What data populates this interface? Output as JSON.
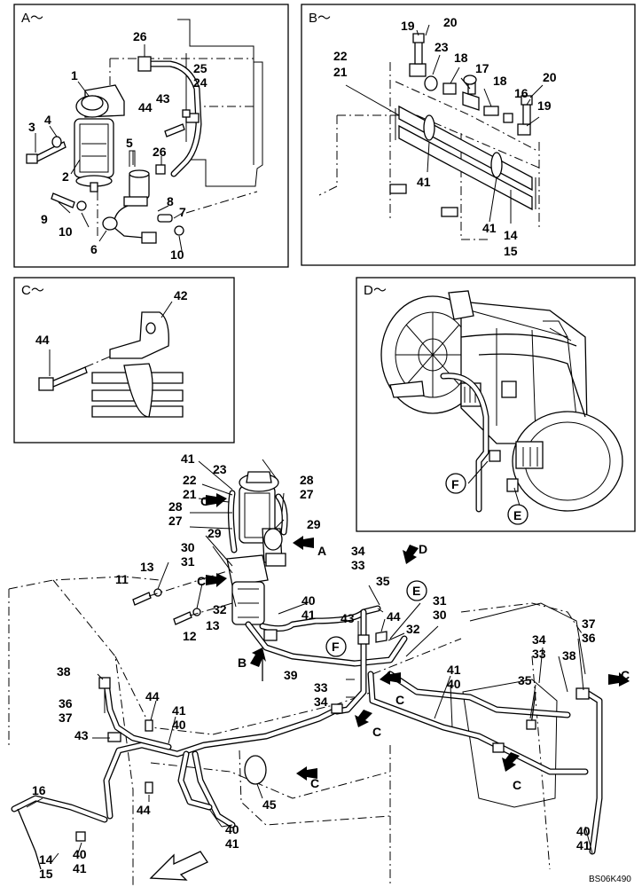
{
  "panels": [
    {
      "id": "A",
      "title": "A～"
    },
    {
      "id": "B",
      "title": "B～"
    },
    {
      "id": "C",
      "title": "C～"
    },
    {
      "id": "D",
      "title": "D～"
    }
  ],
  "panel_a_labels": [
    "26",
    "25",
    "24",
    "1",
    "43",
    "44",
    "3",
    "4",
    "5",
    "26",
    "2",
    "8",
    "9",
    "10",
    "7",
    "6",
    "10"
  ],
  "panel_b_labels": [
    "20",
    "19",
    "23",
    "18",
    "22",
    "21",
    "17",
    "20",
    "18",
    "16",
    "19",
    "41",
    "41",
    "14",
    "15"
  ],
  "panel_c_labels": [
    "42",
    "44"
  ],
  "panel_d_labels": [
    "F",
    "E"
  ],
  "main_labels": [
    "41",
    "23",
    "22",
    "21",
    "28",
    "27",
    "28",
    "27",
    "29",
    "29",
    "A",
    "30",
    "31",
    "13",
    "11",
    "C",
    "C",
    "40",
    "41",
    "32",
    "13",
    "12",
    "34",
    "33",
    "D",
    "35",
    "E",
    "31",
    "30",
    "43",
    "44",
    "32",
    "F",
    "B",
    "39",
    "33",
    "34",
    "41",
    "40",
    "37",
    "36",
    "34",
    "33",
    "38",
    "C",
    "35",
    "C",
    "C",
    "38",
    "36",
    "37",
    "44",
    "41",
    "40",
    "43",
    "C",
    "45",
    "16",
    "44",
    "40",
    "41",
    "14",
    "15",
    "40",
    "41",
    "C",
    "40",
    "41"
  ],
  "drawing_code": "BS06K490"
}
